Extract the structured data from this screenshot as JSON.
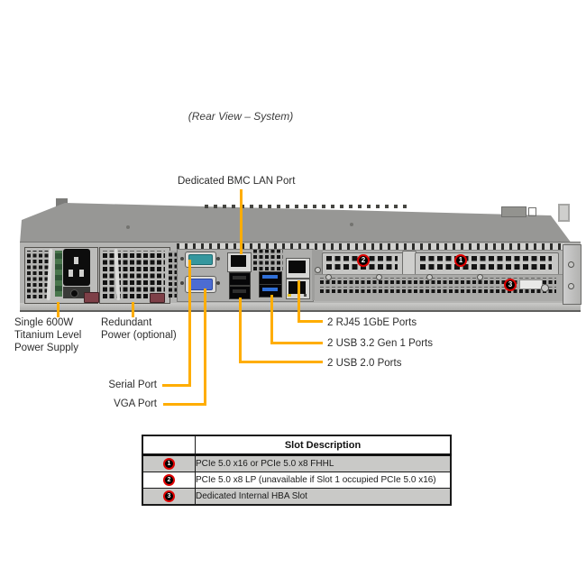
{
  "title": "(Rear View – System)",
  "callouts": {
    "bmc_lan": "Dedicated BMC LAN Port",
    "power_supply": "Single 600W\nTitanium Level\nPower Supply",
    "redundant_power": "Redundant\nPower (optional)",
    "serial_port": "Serial Port",
    "vga_port": "VGA Port",
    "rj45_ports": "2 RJ45 1GbE Ports",
    "usb3_ports": "2 USB 3.2 Gen 1 Ports",
    "usb2_ports": "2 USB 2.0 Ports"
  },
  "chassis": {
    "slot1_badge": "1",
    "slot2_badge": "2",
    "slot3_badge": "3"
  },
  "slot_table": {
    "header": "Slot Description",
    "rows": [
      {
        "num": "1",
        "desc": "PCIe 5.0 x16 or PCIe 5.0 x8 FHHL"
      },
      {
        "num": "2",
        "desc": "PCIe 5.0 x8 LP (unavailable if Slot 1 occupied PCIe 5.0 x16)"
      },
      {
        "num": "3",
        "desc": "Dedicated Internal HBA Slot"
      }
    ]
  },
  "colors": {
    "leader_line": "#FFAD00",
    "badge_ring": "#DE0000",
    "table_row_gray": "#C9C9C7"
  }
}
